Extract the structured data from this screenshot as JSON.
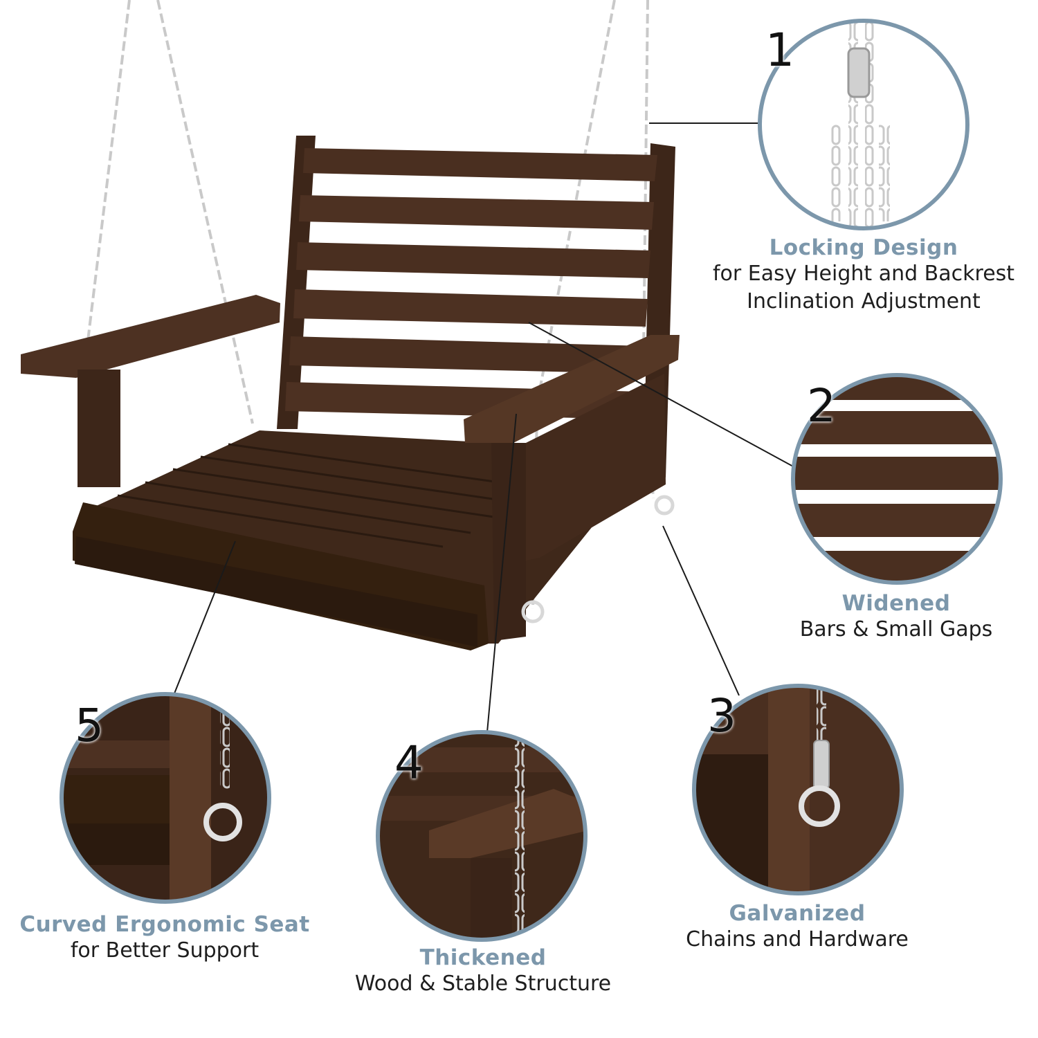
{
  "features": [
    {
      "number": "1",
      "title": "Locking Design",
      "lines": [
        "for Easy Height and Backrest",
        "Inclination Adjustment"
      ]
    },
    {
      "number": "2",
      "title": "Widened",
      "lines": [
        "Bars & Small Gaps"
      ]
    },
    {
      "number": "3",
      "title": "Galvanized",
      "lines": [
        "Chains and Hardware"
      ]
    },
    {
      "number": "4",
      "title": "Thickened",
      "lines": [
        "Wood & Stable Structure"
      ]
    },
    {
      "number": "5",
      "title": "Curved Ergonomic Seat",
      "lines": [
        "for Better Support"
      ]
    }
  ],
  "colors": {
    "wood_dark": "#3a2418",
    "wood_mid": "#4e3222",
    "wood_light": "#6a4632",
    "chain": "#c9c9c9",
    "circle_border": "#7c97ab",
    "title_accent": "#7c97ab",
    "text": "#1e1e1e"
  }
}
